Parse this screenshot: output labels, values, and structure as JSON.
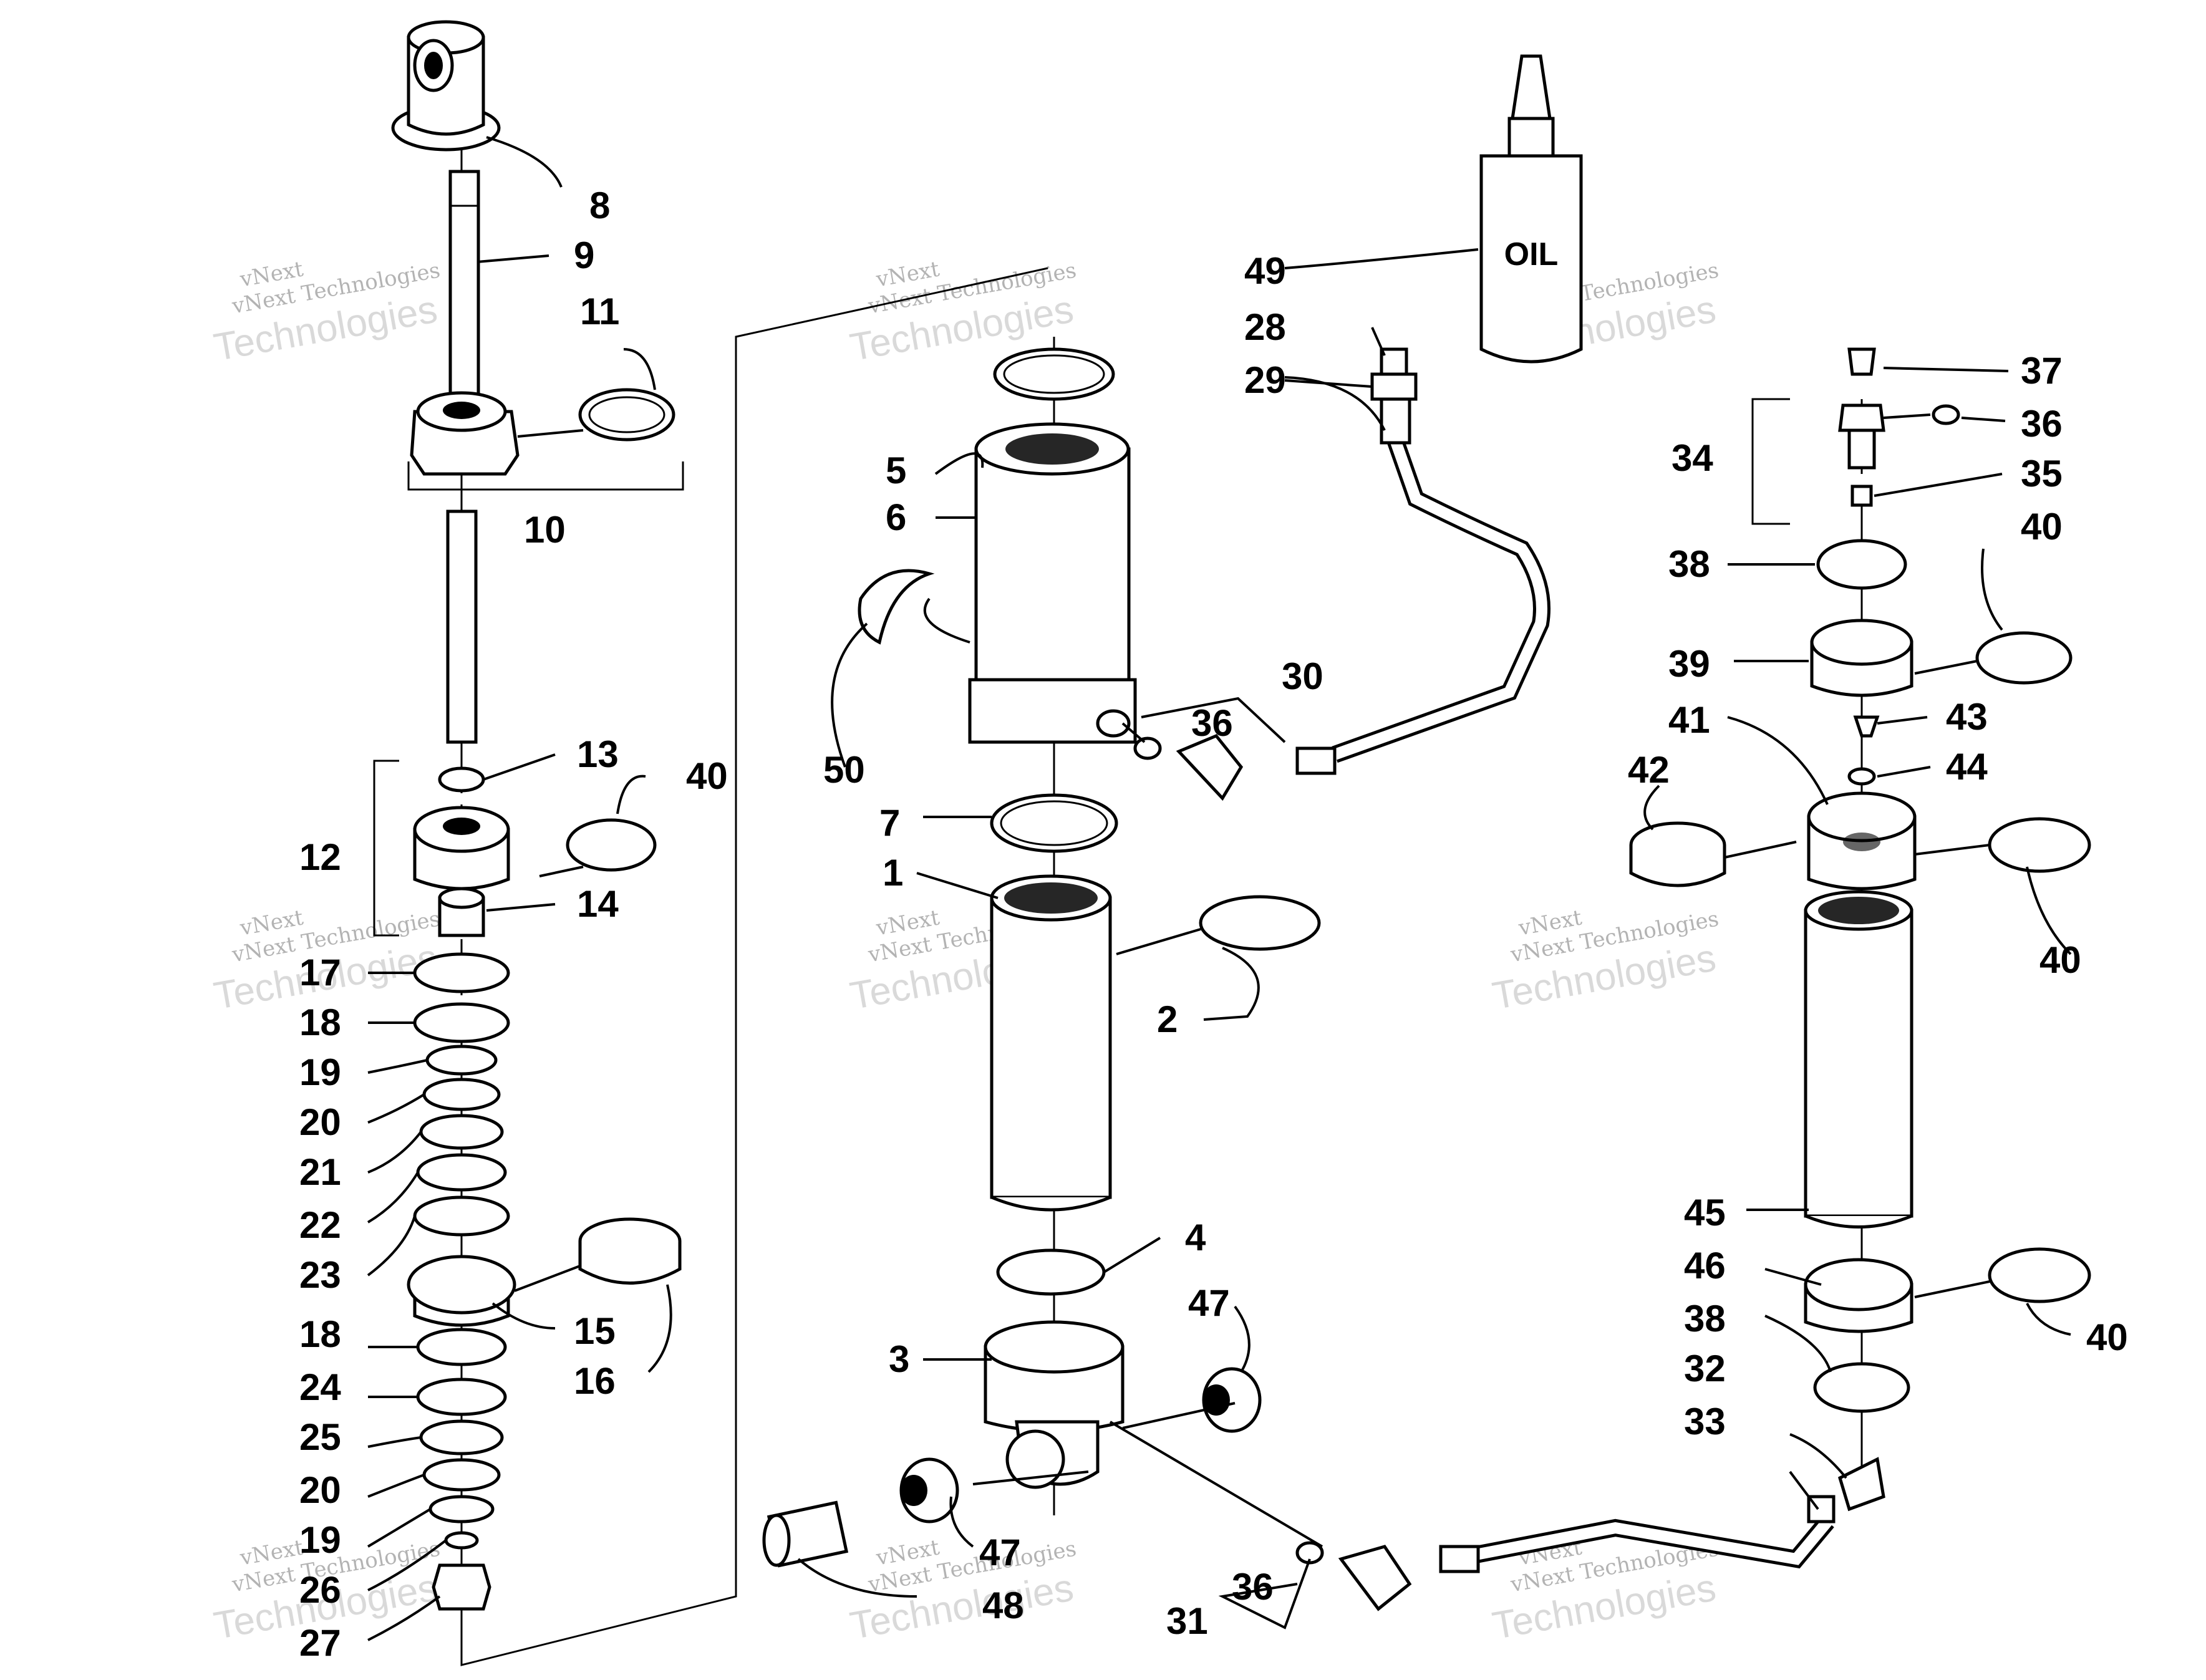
{
  "diagram": {
    "callouts": {
      "c1": "1",
      "c2": "2",
      "c3": "3",
      "c4": "4",
      "c5": "5",
      "c6": "6",
      "c7": "7",
      "c8": "8",
      "c9": "9",
      "c10": "10",
      "c11": "11",
      "c12": "12",
      "c13": "13",
      "c14": "14",
      "c15": "15",
      "c16": "16",
      "c17": "17",
      "c18a": "18",
      "c18b": "18",
      "c19a": "19",
      "c19b": "19",
      "c20a": "20",
      "c20b": "20",
      "c21": "21",
      "c22": "22",
      "c23": "23",
      "c24": "24",
      "c25": "25",
      "c26": "26",
      "c27": "27",
      "c28": "28",
      "c29": "29",
      "c30": "30",
      "c31": "31",
      "c32": "32",
      "c33": "33",
      "c34": "34",
      "c35": "35",
      "c36a": "36",
      "c36b": "36",
      "c36c": "36",
      "c37": "37",
      "c38a": "38",
      "c38b": "38",
      "c39": "39",
      "c40a": "40",
      "c40b": "40",
      "c40c": "40",
      "c40d": "40",
      "c41": "41",
      "c42": "42",
      "c43": "43",
      "c44": "44",
      "c45": "45",
      "c46": "46",
      "c47a": "47",
      "c47b": "47",
      "c48": "48",
      "c49": "49",
      "c50": "50"
    },
    "oil_label": "OIL",
    "watermark": {
      "line1": "vNext Technologies",
      "line2": "Technologies",
      "line3": "vNext"
    }
  }
}
